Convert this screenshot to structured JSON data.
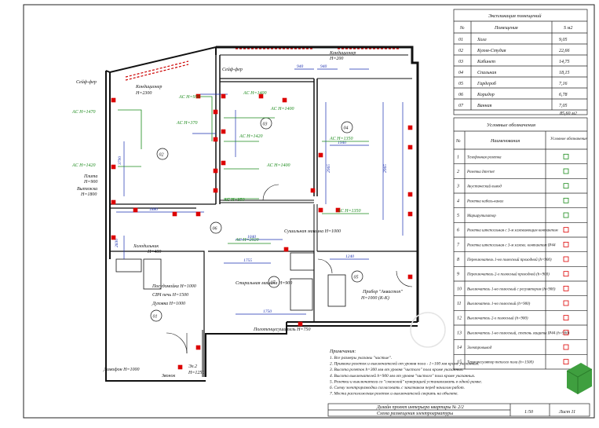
{
  "explication": {
    "title": "Экспликация помещений",
    "headers": [
      "№",
      "Помещения",
      "S м2"
    ],
    "rows": [
      [
        "01",
        "Холл",
        "9,05"
      ],
      [
        "02",
        "Кухня-Студия",
        "22,66"
      ],
      [
        "03",
        "Кабинет",
        "14,75"
      ],
      [
        "04",
        "Спальная",
        "18,15"
      ],
      [
        "05",
        "Гардероб",
        "7,16"
      ],
      [
        "06",
        "Коридор",
        "6,78"
      ],
      [
        "07",
        "Ванная",
        "7,05"
      ]
    ],
    "total": "85,60 м2"
  },
  "legend": {
    "title": "Условные обозначения",
    "headers": [
      "№",
      "Наименования",
      "Условное обозначение"
    ],
    "rows": [
      [
        "1",
        "Телефонная розетка"
      ],
      [
        "2",
        "Розетка Internet"
      ],
      [
        "3",
        "Акустический вывод"
      ],
      [
        "4",
        "Розетка кабель-канал"
      ],
      [
        "5",
        "Маршрутизатор"
      ],
      [
        "6",
        "Розетка штепсельная с 3-м заземляющим контактом"
      ],
      [
        "7",
        "Розетка штепсельная с 3-м заземл. контактом IP44"
      ],
      [
        "8",
        "Переключатель 1-но полюсный проходной (h=900)"
      ],
      [
        "9",
        "Переключатель 2-х полюсный проходной (h=900)"
      ],
      [
        "10",
        "Выключатель 1-но полюсный с регулятором (h=900)"
      ],
      [
        "11",
        "Выключатель 1-но полюсный (h=900)"
      ],
      [
        "12",
        "Выключатель 2-х полюсный (h=900)"
      ],
      [
        "13",
        "Выключатель 1-но полюсный, степень защиты IP44 (h=900)"
      ],
      [
        "14",
        "Электровывод"
      ],
      [
        "15",
        "Терморегулятор теплого пола (h=1500)"
      ]
    ]
  },
  "notes": {
    "title": "Примечания:",
    "items": [
      "1. Все размеры указаны \"чистые\".",
      "2. Привязка розеток и выключателей от уровня пола - 1=100 мм кроме указанных.",
      "3. Высота розеток h=300 мм от уровня \"чистого\" пола кроме указанных.",
      "4. Высота выключателей h=900 мм от уровня \"чистого\" пола кроме указанных.",
      "5. Розетки и выключатели со \"смежной\" нумерацией устанавливать в одной рамке.",
      "6. Схему электроразводки согласовать с заказчиком перед началом работ.",
      "7. Места расположения розеток и выключателей сверить на объекте."
    ]
  },
  "title_block": {
    "project": "Дизайн проект интерьера квартиры № 2/2",
    "sheet_title": "Схема размещения электроарматуры",
    "scale": "1:50",
    "sheet": "Лист 11"
  },
  "rooms": [
    "01",
    "02",
    "03",
    "04",
    "05",
    "06",
    "07"
  ],
  "plan_labels": {
    "safe_left": "Сейф-фер",
    "conditioner_02": "Кондиционер",
    "conditioner_02_h": "H=2300",
    "safe_top": "Сейф-фер",
    "conditioner_top": "Кондиционер",
    "conditioner_top_h": "H=200",
    "fridge": "Холодильник",
    "fridge_h": "H=400",
    "dishwasher": "Посудомойка H=1000",
    "microwave": "СВЧ печь H=1500",
    "oven": "Духовка H=1000",
    "washer": "Стиральная машина H=900",
    "dryer": "Сушильная машина H=1000",
    "instant_heater": "Прибор \"Аквастоп\"",
    "instant_heater_h": "H=1000 (К-К)",
    "stove": "Плита",
    "stove_h": "H=900",
    "hood": "Вытяжка",
    "hood_h": "H=1800",
    "floor_heat": "Полотенцесушитель H=750",
    "doorphone": "Домофон H=1000",
    "door_bell": "Звонок",
    "shield": "Эл.2",
    "shield_h": "H=1250"
  },
  "green_labels": [
    "AC H=1470",
    "AC H=1420",
    "AC H=950",
    "AC H=370",
    "AC H=1400",
    "AC H=1400",
    "AC H=1420",
    "AC H=1350",
    "AC H=1400",
    "AC H=950",
    "AC H=1350",
    "AC H=2020"
  ],
  "dims": [
    "940",
    "940",
    "2965",
    "2965",
    "3790",
    "1750",
    "1755",
    "1240",
    "1880",
    "2830",
    "1940",
    "1040"
  ]
}
